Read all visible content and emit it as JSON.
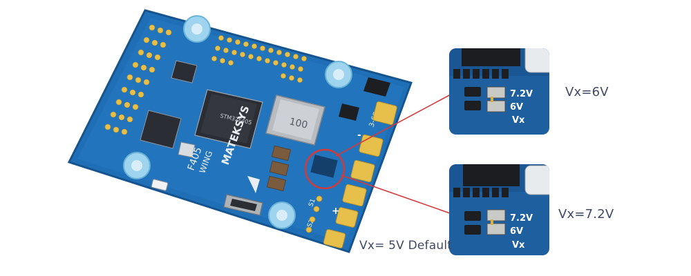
{
  "board": {
    "brand_text": "MATEKSYS",
    "model_text": "F405",
    "model_sub_text": "WING",
    "inductor_text": "100",
    "voltage_pad_text": "3-6S",
    "pad_plus": "+",
    "pad_minus": "-",
    "pad_s1": "S1",
    "pad_s2": "S2"
  },
  "callouts": {
    "default": {
      "label": "Vx= 5V Default"
    },
    "six_volt": {
      "label": "Vx=6V",
      "pad_labels": [
        "7.2V",
        "6V",
        "Vx"
      ]
    },
    "seven_volt": {
      "label": "Vx=7.2V",
      "pad_labels": [
        "7.2V",
        "6V",
        "Vx"
      ]
    }
  },
  "colors": {
    "pcb": "#1f6fb7",
    "pcb_dark": "#15548f",
    "gold_pad": "#e6c04a",
    "callout_line": "#d23a3a",
    "standoff": "#9fd4ef",
    "caption": "#3f4a66"
  }
}
